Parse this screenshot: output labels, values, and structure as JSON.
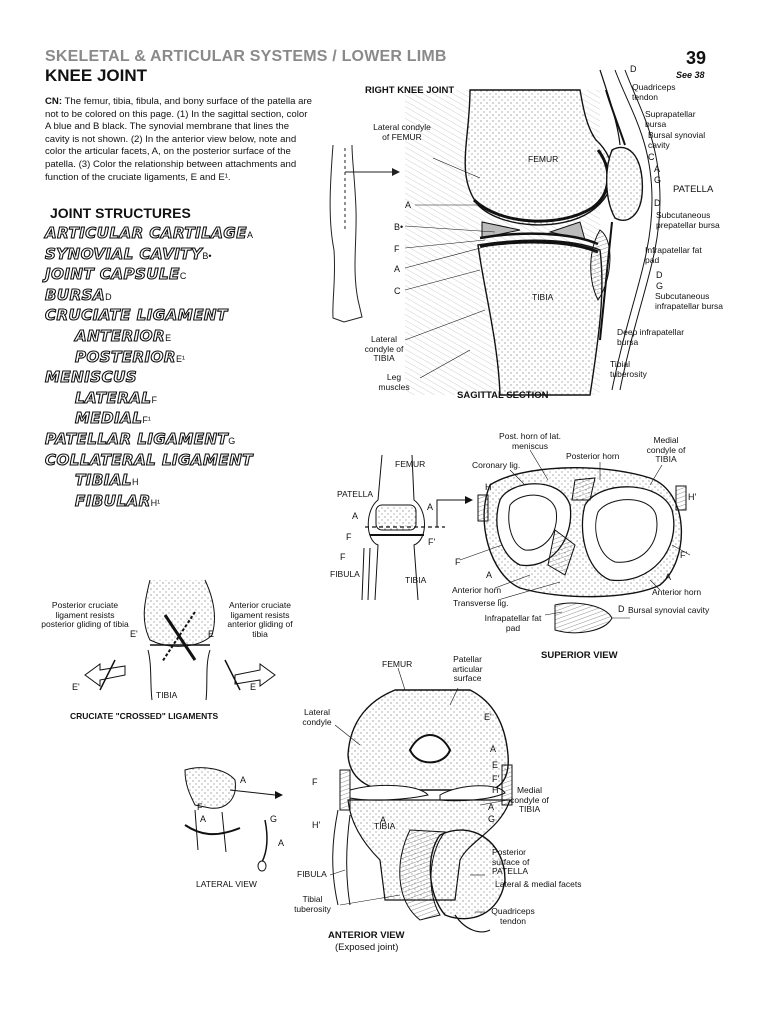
{
  "header": {
    "section": "SKELETAL & ARTICULAR SYSTEMS / LOWER LIMB",
    "page_number": "39",
    "see_ref": "See 38",
    "title": "KNEE JOINT"
  },
  "instructions": {
    "prefix": "CN:",
    "text": " The femur, tibia, fibula, and bony surface of the patella are not to be colored on this page. (1) In the sagittal section, color A blue and B black. The synovial membrane that lines the cavity is not shown. (2) In the anterior view below, note and color the articular facets, A, on the posterior surface of the patella. (3) Color the relationship between attachments and function of the cruciate ligaments, E and E¹."
  },
  "joint_structures": {
    "title": "JOINT STRUCTURES",
    "items": [
      {
        "label": "Articular cartilage",
        "sub": "A",
        "indent": false
      },
      {
        "label": "Synovial cavity",
        "sub": "B•",
        "indent": false
      },
      {
        "label": "Joint capsule",
        "sub": "C",
        "indent": false
      },
      {
        "label": "Bursa",
        "sub": "D",
        "indent": false
      },
      {
        "label": "Cruciate ligament",
        "sub": "",
        "indent": false
      },
      {
        "label": "Anterior",
        "sub": "E",
        "indent": true
      },
      {
        "label": "Posterior",
        "sub": "E¹",
        "indent": true
      },
      {
        "label": "Meniscus",
        "sub": "",
        "indent": false
      },
      {
        "label": "Lateral",
        "sub": "F",
        "indent": true
      },
      {
        "label": "Medial",
        "sub": "F¹",
        "indent": true
      },
      {
        "label": "Patellar ligament",
        "sub": "G",
        "indent": false
      },
      {
        "label": "Collateral ligament",
        "sub": "",
        "indent": false
      },
      {
        "label": "Tibial",
        "sub": "H",
        "indent": true
      },
      {
        "label": "Fibular",
        "sub": "H¹",
        "indent": true
      }
    ]
  },
  "sagittal": {
    "title": "RIGHT KNEE JOINT",
    "caption": "SAGITTAL SECTION",
    "labels": {
      "lateral_condyle_femur": "Lateral condyle of FEMUR",
      "femur": "FEMUR",
      "tibia": "TIBIA",
      "lateral_condyle_tibia": "Lateral condyle of TIBIA",
      "leg_muscles": "Leg muscles",
      "quadriceps_tendon": "Quadriceps tendon",
      "suprapatellar_bursa": "Suprapatellar bursa",
      "bursal_synovial_cavity": "Bursal synovial cavity",
      "patella": "PATELLA",
      "subcutaneous_prepatellar": "Subcutaneous prepatellar bursa",
      "infrapatellar_fat_pad": "Infrapatellar fat pad",
      "subcutaneous_infrapatellar": "Subcutaneous infrapatellar bursa",
      "deep_infrapatellar": "Deep infrapatellar bursa",
      "tibial_tuberosity": "Tibial tuberosity"
    }
  },
  "superior": {
    "caption": "SUPERIOR VIEW",
    "labels": {
      "femur": "FEMUR",
      "patella": "PATELLA",
      "fibula": "FIBULA",
      "tibia": "TIBIA",
      "post_horn_lat": "Post. horn of lat. meniscus",
      "coronary_lig": "Coronary lig.",
      "posterior_horn": "Posterior horn",
      "medial_condyle_tibia": "Medial condyle of TIBIA",
      "anterior_horn_left": "Anterior horn",
      "transverse_lig": "Transverse lig.",
      "infrapatellar_fat_pad": "Infrapatellar fat pad",
      "anterior_horn_right": "Anterior horn",
      "bursal_synovial_cavity": "Bursal synovial cavity"
    }
  },
  "cruciate": {
    "caption": "CRUCIATE \"CROSSED\" LIGAMENTS",
    "posterior_text": "Posterior cruciate ligament resists posterior gliding of tibia",
    "anterior_text": "Anterior cruciate ligament resists anterior gliding of tibia",
    "tibia": "TIBIA"
  },
  "anterior": {
    "caption": "ANTERIOR VIEW",
    "subcaption": "(Exposed joint)",
    "labels": {
      "femur": "FEMUR",
      "patellar_articular_surface": "Patellar articular surface",
      "lateral_condyle": "Lateral condyle",
      "medial_condyle_tibia": "Medial condyle of TIBIA",
      "tibia": "TIBIA",
      "fibula": "FIBULA",
      "tibial_tuberosity": "Tibial tuberosity",
      "posterior_surface_patella": "Posterior surface of PATELLA",
      "lateral_medial_facets": "Lateral & medial facets",
      "quadriceps_tendon": "Quadriceps tendon"
    }
  },
  "lateral_view": {
    "caption": "LATERAL VIEW"
  }
}
